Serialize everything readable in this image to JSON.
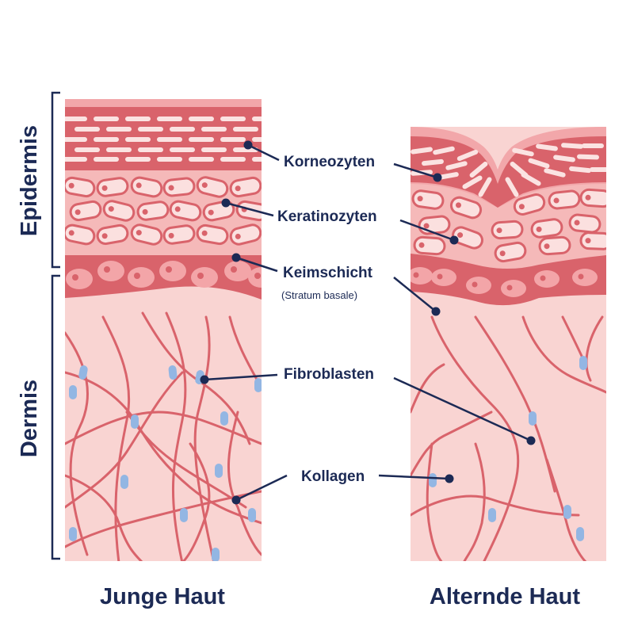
{
  "sides": {
    "epidermis": "Epidermis",
    "dermis": "Dermis"
  },
  "labels": {
    "korneozyten": "Korneozyten",
    "keratinozyten": "Keratinozyten",
    "keimschicht": "Keimschicht",
    "stratum": "(Stratum basale)",
    "fibroblasten": "Fibroblasten",
    "kollagen": "Kollagen"
  },
  "captions": {
    "young": "Junge Haut",
    "aging": "Alternde Haut"
  },
  "colors": {
    "navy": "#1c2a55",
    "dermis": "#f9d4d2",
    "corneum": "#d9636b",
    "corneum_light": "#f2a7aa",
    "kera_bg": "#f5b9b9",
    "kera_cell": "#fbe0df",
    "cell_outline": "#d9636b",
    "basal": "#d9636b",
    "basal_cell": "#f3a5a8",
    "collagen": "#d9636b",
    "fibroblast": "#93b6e3"
  }
}
